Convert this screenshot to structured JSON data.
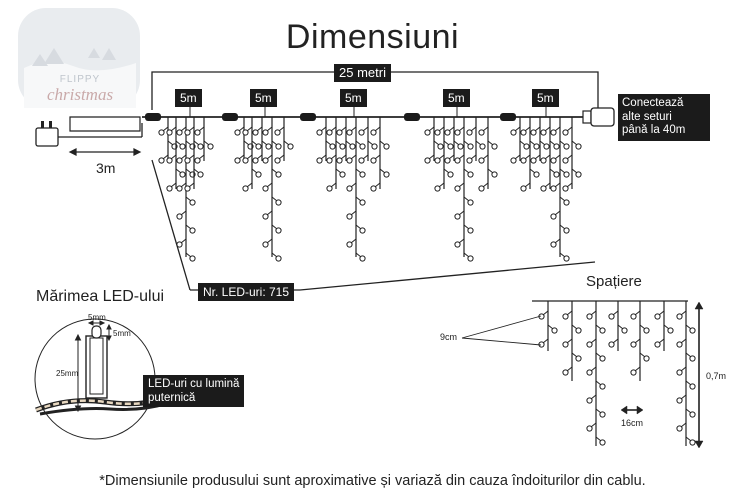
{
  "title": "Dimensiuni",
  "logo": {
    "line1": "FLIPPY",
    "line2": "christmas"
  },
  "total_length": "25 metri",
  "segments": [
    "5m",
    "5m",
    "5m",
    "5m",
    "5m"
  ],
  "lead_cable": "3m",
  "connect_note": [
    "Conectează",
    "alte seturi",
    "până la 40m"
  ],
  "led_count": "Nr. LED-uri: 715",
  "led_size": {
    "heading": "Mărimea LED-ului",
    "width": "5mm",
    "height_small": "5mm",
    "length": "25mm",
    "caption": [
      "LED-uri cu lumină",
      "puternică"
    ]
  },
  "spacing": {
    "heading": "Spațiere",
    "drop_gap": "9cm",
    "strand_gap": "16cm",
    "height": "0,7m"
  },
  "footnote": "*Dimensiunile produsului sunt aproximative și variază din cauza îndoiturilor din cablu.",
  "colors": {
    "wire": "#222222",
    "label_bg": "#1b1b1b",
    "led_fill": "#ffffff"
  }
}
